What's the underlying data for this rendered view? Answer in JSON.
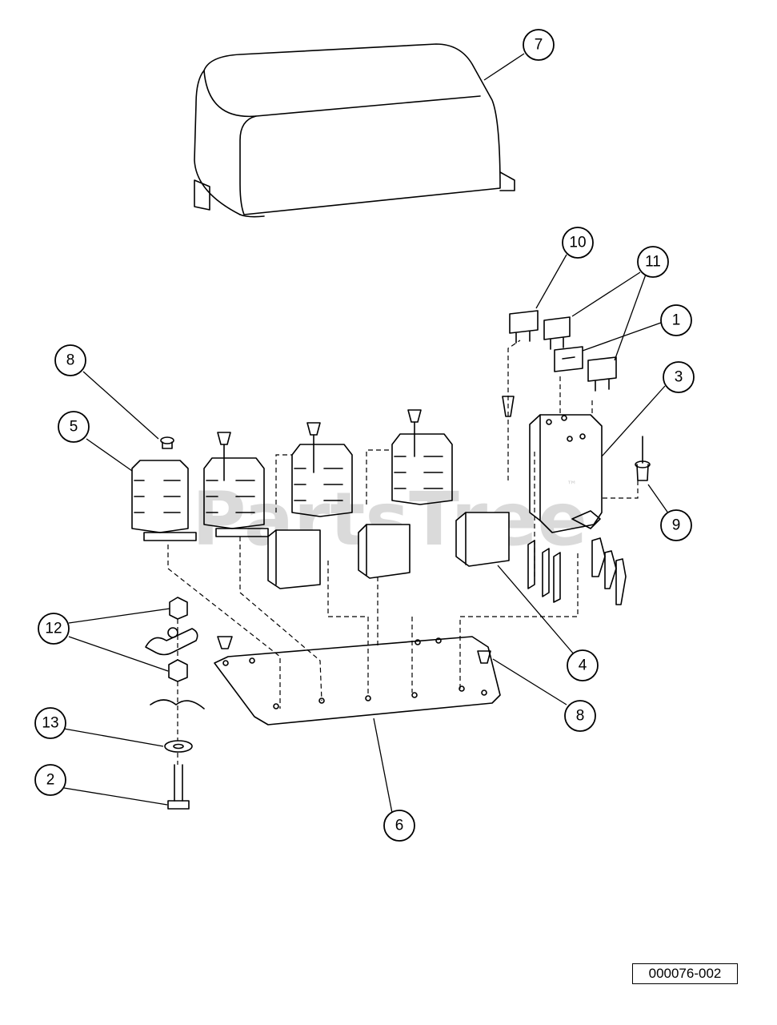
{
  "diagram": {
    "figure_id": "000076-002",
    "watermark": "PartsTree",
    "watermark_tm": "™",
    "callouts": [
      {
        "id": "c7",
        "label": "7"
      },
      {
        "id": "c10",
        "label": "10"
      },
      {
        "id": "c11",
        "label": "11"
      },
      {
        "id": "c1",
        "label": "1"
      },
      {
        "id": "c3",
        "label": "3"
      },
      {
        "id": "c9",
        "label": "9"
      },
      {
        "id": "c8a",
        "label": "8"
      },
      {
        "id": "c5",
        "label": "5"
      },
      {
        "id": "c12",
        "label": "12"
      },
      {
        "id": "c13",
        "label": "13"
      },
      {
        "id": "c2",
        "label": "2"
      },
      {
        "id": "c6",
        "label": "6"
      },
      {
        "id": "c8b",
        "label": "8"
      },
      {
        "id": "c4",
        "label": "4"
      }
    ]
  }
}
